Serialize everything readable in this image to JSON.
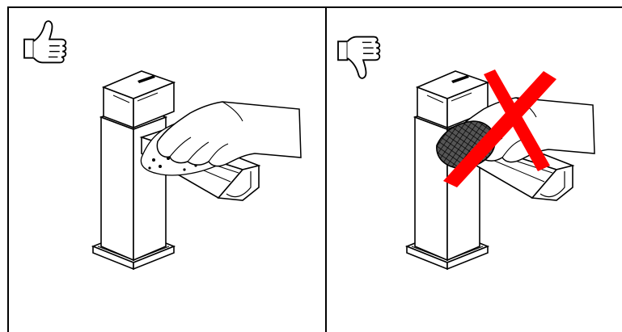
{
  "colors": {
    "line": "#000000",
    "background": "#ffffff",
    "cross": "#ff0000",
    "sponge": "#555555"
  },
  "panels": [
    {
      "id": "correct",
      "verdict_icon": "thumbs-up-icon",
      "illustration": "hand-wiping-faucet-with-soft-cloth"
    },
    {
      "id": "incorrect",
      "verdict_icon": "thumbs-down-icon",
      "illustration": "hand-scrubbing-faucet-with-abrasive-sponge",
      "overlay_icon": "red-x-cross-icon"
    }
  ]
}
